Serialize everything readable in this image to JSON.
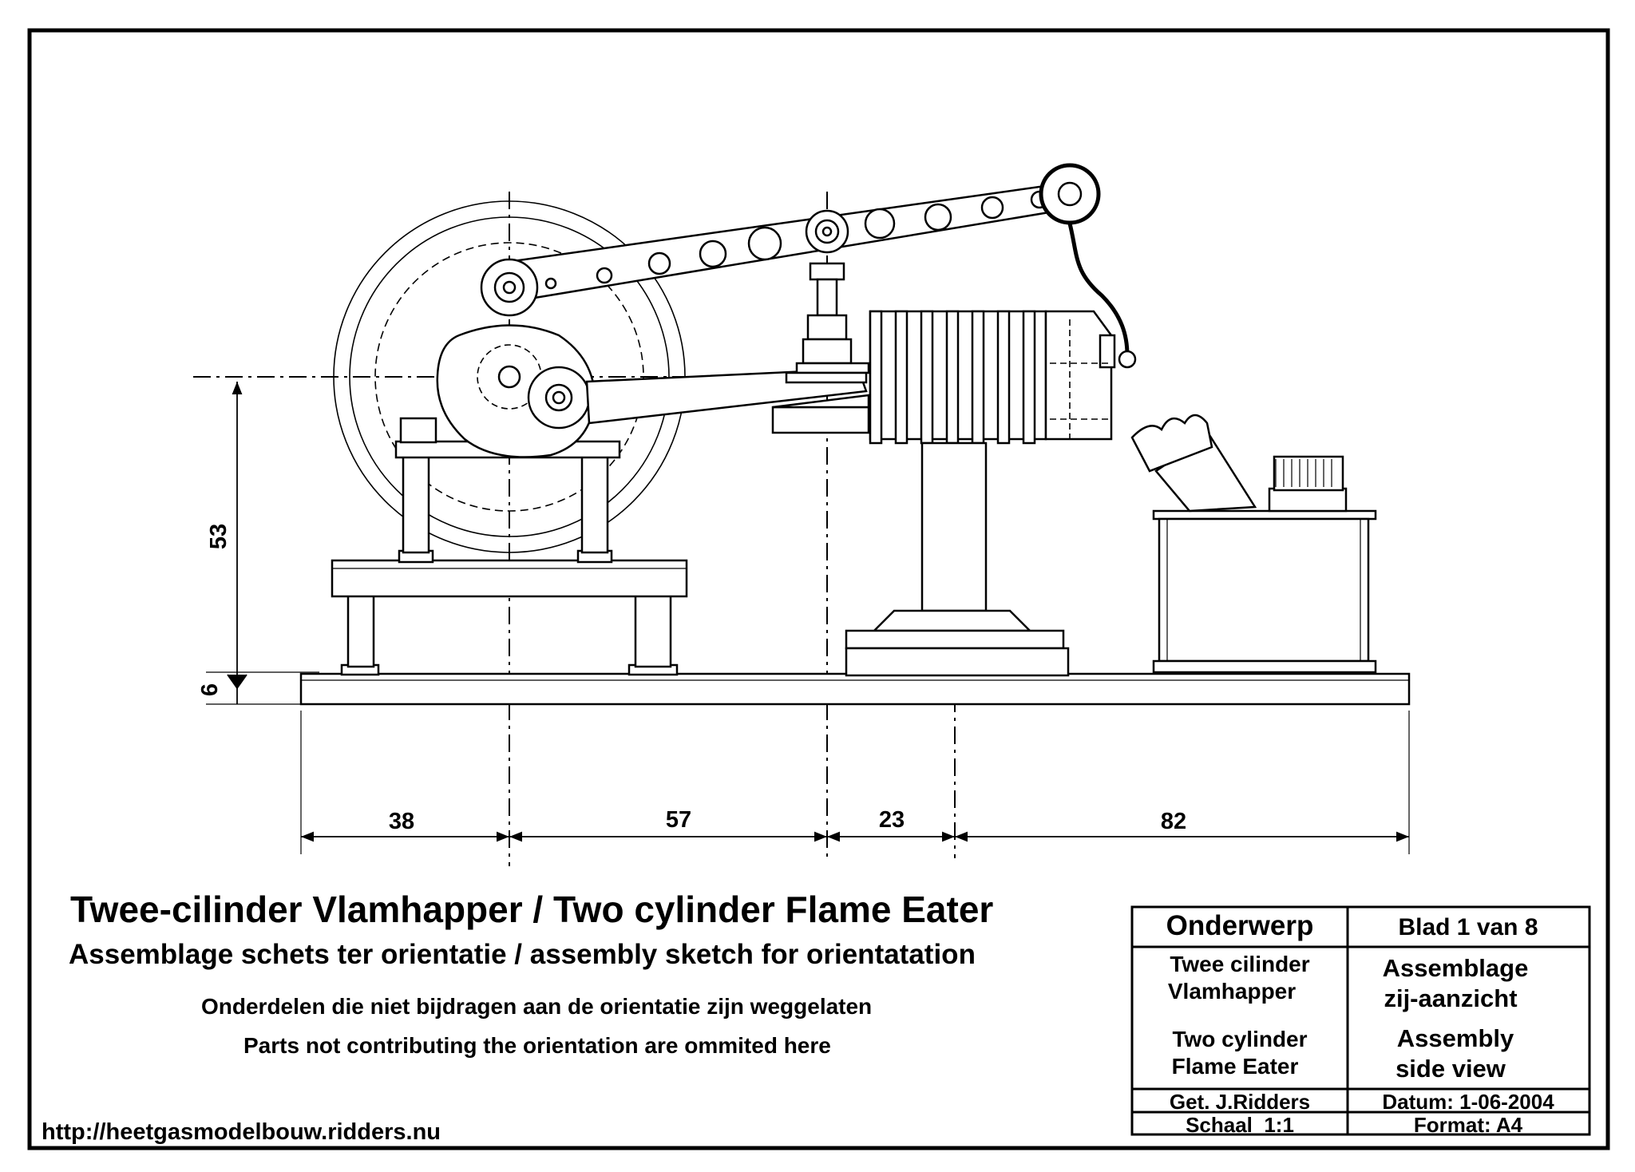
{
  "title": "Twee-cilinder Vlamhapper / Two cylinder Flame Eater",
  "subtitle": "Assemblage schets ter orientatie / assembly sketch for orientatation",
  "note_nl": "Onderdelen die niet bijdragen aan de orientatie zijn weggelaten",
  "note_en": "Parts not contributing the orientation are ommited here",
  "website": "http://heetgasmodelbouw.ridders.nu",
  "dimensions": {
    "height_main": "53",
    "height_base": "6",
    "widths": [
      "38",
      "57",
      "23",
      "82"
    ]
  },
  "title_block": {
    "subject_label": "Onderwerp",
    "sheet": "Blad 1 van 8",
    "name_nl_1": "Twee cilinder",
    "name_nl_2": "Vlamhapper",
    "name_en_1": "Two cylinder",
    "name_en_2": "Flame Eater",
    "view_nl_1": "Assemblage",
    "view_nl_2": "zij-aanzicht",
    "view_en_1": "Assembly",
    "view_en_2": "side view",
    "drawn_by": "Get. J.Ridders",
    "date": "Datum: 1-06-2004",
    "scale": "Schaal  1:1",
    "format": "Format: A4"
  }
}
